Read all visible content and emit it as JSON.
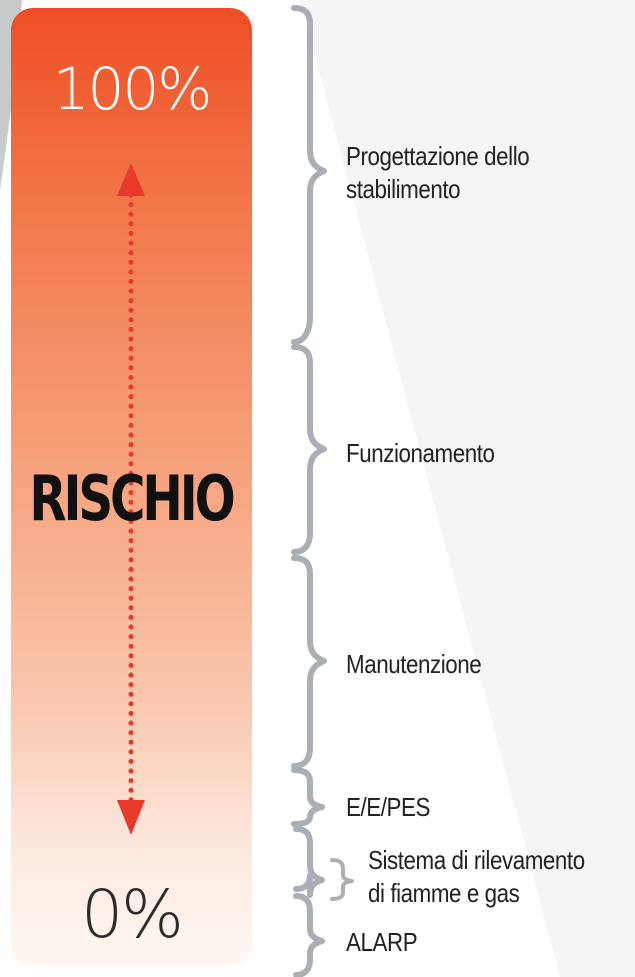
{
  "scale": {
    "top_label": "100%",
    "bottom_label": "0%",
    "axis_label": "RISCHIO"
  },
  "stages": [
    {
      "line1": "Progettazione  dello",
      "line2": "stabilimento"
    },
    {
      "line1": "Funzionamento"
    },
    {
      "line1": "Manutenzione"
    },
    {
      "line1": "E/E/PES"
    },
    {
      "line1": "Sistema di rilevamento",
      "line2": "di fiamme e gas"
    },
    {
      "line1": "ALARP"
    }
  ],
  "colors": {
    "bar_top": "#ef4e24",
    "bar_bottom": "#fff7f3",
    "arrow": "#e8392b",
    "brace": "#a9afb5"
  },
  "icons": [
    "arrow-up-icon",
    "arrow-down-icon",
    "brace-icon"
  ]
}
